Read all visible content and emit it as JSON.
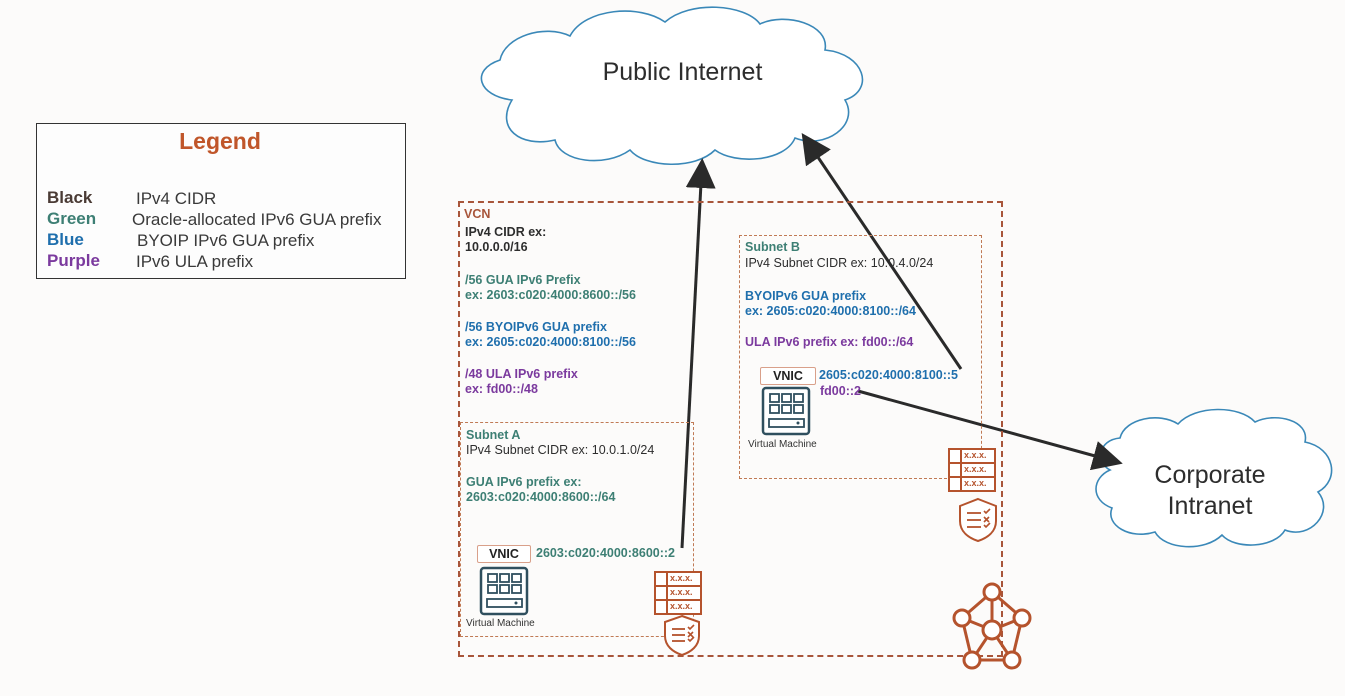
{
  "colors": {
    "legend_title": "#c0562a",
    "black": "#2d2d2d",
    "green": "#3d7f74",
    "blue": "#1f6fad",
    "purple": "#7b3a9e",
    "vcn_border": "#a8553a",
    "cloud_stroke": "#3a88b8",
    "arrow": "#2a2a2a"
  },
  "legend": {
    "title": "Legend",
    "items": [
      {
        "key": "Black",
        "desc": "IPv4 CIDR",
        "color": "#4a3b35"
      },
      {
        "key": "Green",
        "desc": "Oracle-allocated IPv6 GUA prefix",
        "color": "#3d7f74"
      },
      {
        "key": "Blue",
        "desc": "BYOIP IPv6 GUA prefix",
        "color": "#1f6fad"
      },
      {
        "key": "Purple",
        "desc": "IPv6 ULA prefix",
        "color": "#7b3a9e"
      }
    ]
  },
  "clouds": {
    "public_internet": "Public Internet",
    "corporate_line1": "Corporate",
    "corporate_line2": "Intranet"
  },
  "vcn": {
    "label": "VCN",
    "ipv4_label": "IPv4 CIDR ex:",
    "ipv4_value": "10.0.0.0/16",
    "gua_label": "/56 GUA IPv6 Prefix",
    "gua_value": "ex: 2603:c020:4000:8600::/56",
    "byoip_label": "/56 BYOIPv6 GUA prefix",
    "byoip_value": "ex: 2605:c020:4000:8100::/56",
    "ula_label": "/48 ULA IPv6 prefix",
    "ula_value": "ex: fd00::/48"
  },
  "subnet_a": {
    "label": "Subnet A",
    "ipv4": "IPv4 Subnet CIDR ex: 10.0.1.0/24",
    "gua_label": "GUA IPv6 prefix ex:",
    "gua_value": "2603:c020:4000:8600::/64",
    "vnic": "VNIC",
    "vnic_addr": "2603:c020:4000:8600::2",
    "vm_caption": "Virtual Machine"
  },
  "subnet_b": {
    "label": "Subnet B",
    "ipv4": "IPv4 Subnet CIDR ex: 10.0.4.0/24",
    "byoip_label": "BYOIPv6 GUA prefix",
    "byoip_value": "ex: 2605:c020:4000:8100::/64",
    "ula": "ULA IPv6 prefix ex: fd00::/64",
    "vnic": "VNIC",
    "vnic_addr1": "2605:c020:4000:8100::5",
    "vnic_addr2": "fd00::2",
    "vm_caption": "Virtual Machine"
  },
  "security_list_cells": [
    "x.x.x.",
    "x.x.x.",
    "x.x.x."
  ],
  "icons": {
    "vm": "virtual-machine-icon",
    "security_list": "security-list-icon",
    "shield": "security-shield-icon",
    "router": "router-mesh-icon"
  }
}
